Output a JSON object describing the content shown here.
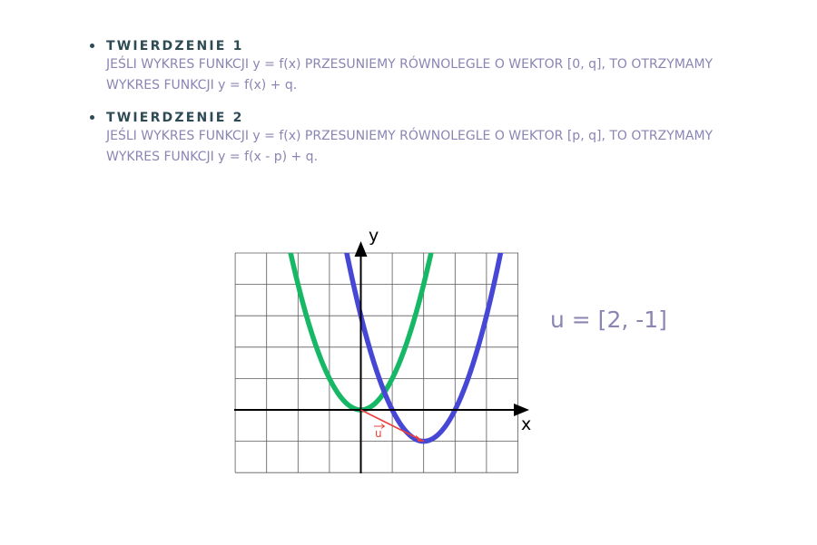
{
  "theorems": [
    {
      "title": "TWIERDZENIE 1",
      "text": "JEŚLI WYKRES FUNKCJI y = f(x) PRZESUNIEMY RÓWNOLEGLE O WEKTOR [0, q], TO OTRZYMAMY WYKRES FUNKCJI y = f(x) + q."
    },
    {
      "title": "TWIERDZENIE 2",
      "text": "JEŚLI WYKRES FUNKCJI y = f(x) PRZESUNIEMY RÓWNOLEGLE O WEKTOR [p, q], TO OTRZYMAMY WYKRES FUNKCJI y = f(x - p) + q."
    }
  ],
  "graph": {
    "x_axis_label": "x",
    "y_axis_label": "y",
    "vector_label": "u",
    "vector_equation": "u = [2, -1]",
    "vector": {
      "from": [
        0,
        0
      ],
      "to": [
        2,
        -1
      ]
    },
    "x_range": [
      -4,
      5
    ],
    "y_range": [
      -2,
      5
    ],
    "grid": true,
    "curves": [
      {
        "formula": "y = x^2",
        "color": "#16b866"
      },
      {
        "formula": "y = (x - 2)^2 - 1",
        "color": "#4747d6"
      }
    ],
    "vector_color": "#e8403a",
    "axis_color": "#000000",
    "grid_color": "#5a5a5a"
  }
}
